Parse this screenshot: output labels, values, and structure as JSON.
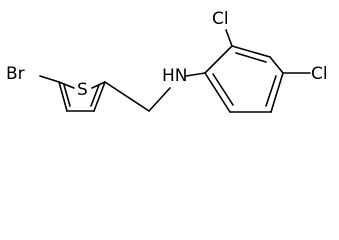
{
  "molecule": {
    "atoms": {
      "br": "Br",
      "s": "S",
      "nh": "HN",
      "cl_ortho": "Cl",
      "cl_para": "Cl"
    }
  },
  "colors": {
    "bond": "#000000",
    "text": "#000000",
    "background": "#ffffff"
  }
}
